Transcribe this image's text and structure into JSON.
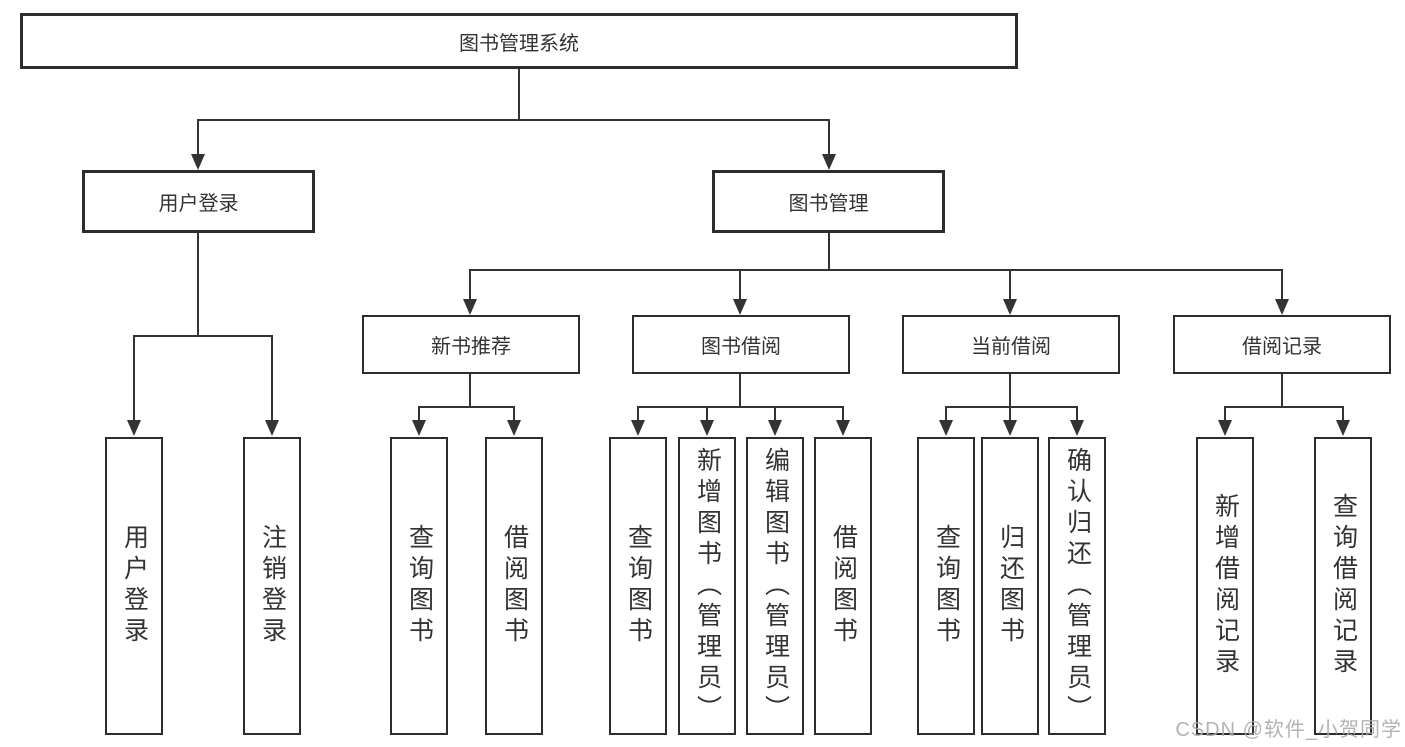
{
  "diagram": {
    "root": {
      "label": "图书管理系统"
    },
    "branches": [
      {
        "label": "用户登录",
        "children": [
          {
            "label": "用户登录"
          },
          {
            "label": "注销登录"
          }
        ]
      },
      {
        "label": "图书管理",
        "children": [
          {
            "label": "新书推荐",
            "children": [
              {
                "label": "查询图书"
              },
              {
                "label": "借阅图书"
              }
            ]
          },
          {
            "label": "图书借阅",
            "children": [
              {
                "label": "查询图书"
              },
              {
                "label": "新增图书（管理员）"
              },
              {
                "label": "编辑图书（管理员）"
              },
              {
                "label": "借阅图书"
              }
            ]
          },
          {
            "label": "当前借阅",
            "children": [
              {
                "label": "查询图书"
              },
              {
                "label": "归还图书"
              },
              {
                "label": "确认归还（管理员）"
              }
            ]
          },
          {
            "label": "借阅记录",
            "children": [
              {
                "label": "新增借阅记录"
              },
              {
                "label": "查询借阅记录"
              }
            ]
          }
        ]
      }
    ]
  },
  "watermark": {
    "text": "CSDN @软件_小贺同学"
  },
  "colors": {
    "line": "#333333",
    "border": "#2d2d2d",
    "text": "#333333",
    "background": "#ffffff",
    "watermark": "#ababab"
  }
}
